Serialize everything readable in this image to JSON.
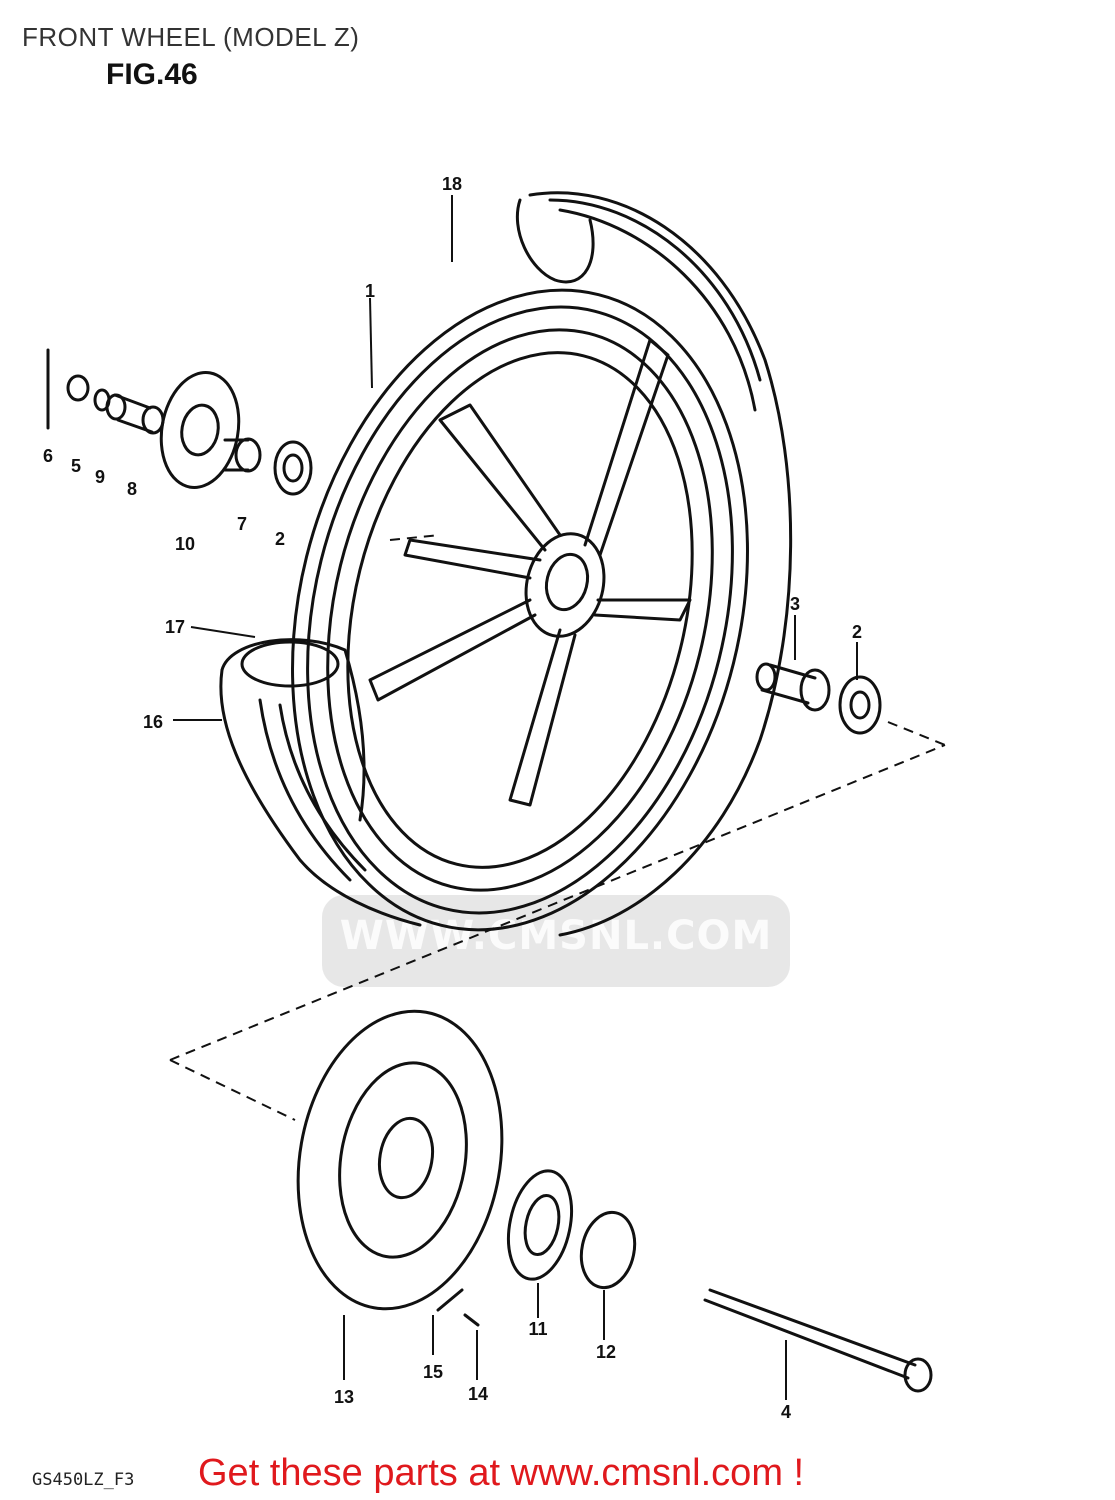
{
  "title": "FRONT WHEEL (MODEL Z)",
  "figure": "FIG.46",
  "diagram_code": "GS450LZ_F3",
  "footer": "Get these parts at www.cmsnl.com !",
  "watermark": {
    "text": "WWW.CMSNL.COM"
  },
  "callouts": [
    "18",
    "1",
    "6",
    "5",
    "9",
    "8",
    "10",
    "7",
    "2",
    "17",
    "16",
    "3",
    "2",
    "13",
    "15",
    "14",
    "11",
    "12",
    "4"
  ],
  "colors": {
    "line": "#111111",
    "footer": "#e0191d",
    "watermark": "#c9c9c9"
  }
}
